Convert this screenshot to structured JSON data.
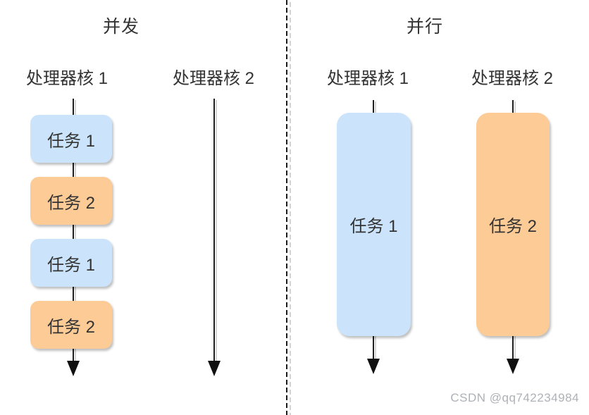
{
  "sections": [
    {
      "title": "并发",
      "columns": [
        {
          "header": "处理器核 1",
          "tasks": [
            "任务 1",
            "任务 2",
            "任务 1",
            "任务 2"
          ]
        },
        {
          "header": "处理器核 2",
          "tasks": []
        }
      ]
    },
    {
      "title": "并行",
      "columns": [
        {
          "header": "处理器核 1",
          "tasks": [
            "任务 1"
          ]
        },
        {
          "header": "处理器核 2",
          "tasks": [
            "任务 2"
          ]
        }
      ]
    }
  ],
  "watermark": "CSDN @qq742234984",
  "colors": {
    "task1_fill": "#CBE4FB",
    "task2_fill": "#FDCB96",
    "line": "#1f1f1f",
    "divider": "#1b1b1b",
    "text": "#333333"
  }
}
